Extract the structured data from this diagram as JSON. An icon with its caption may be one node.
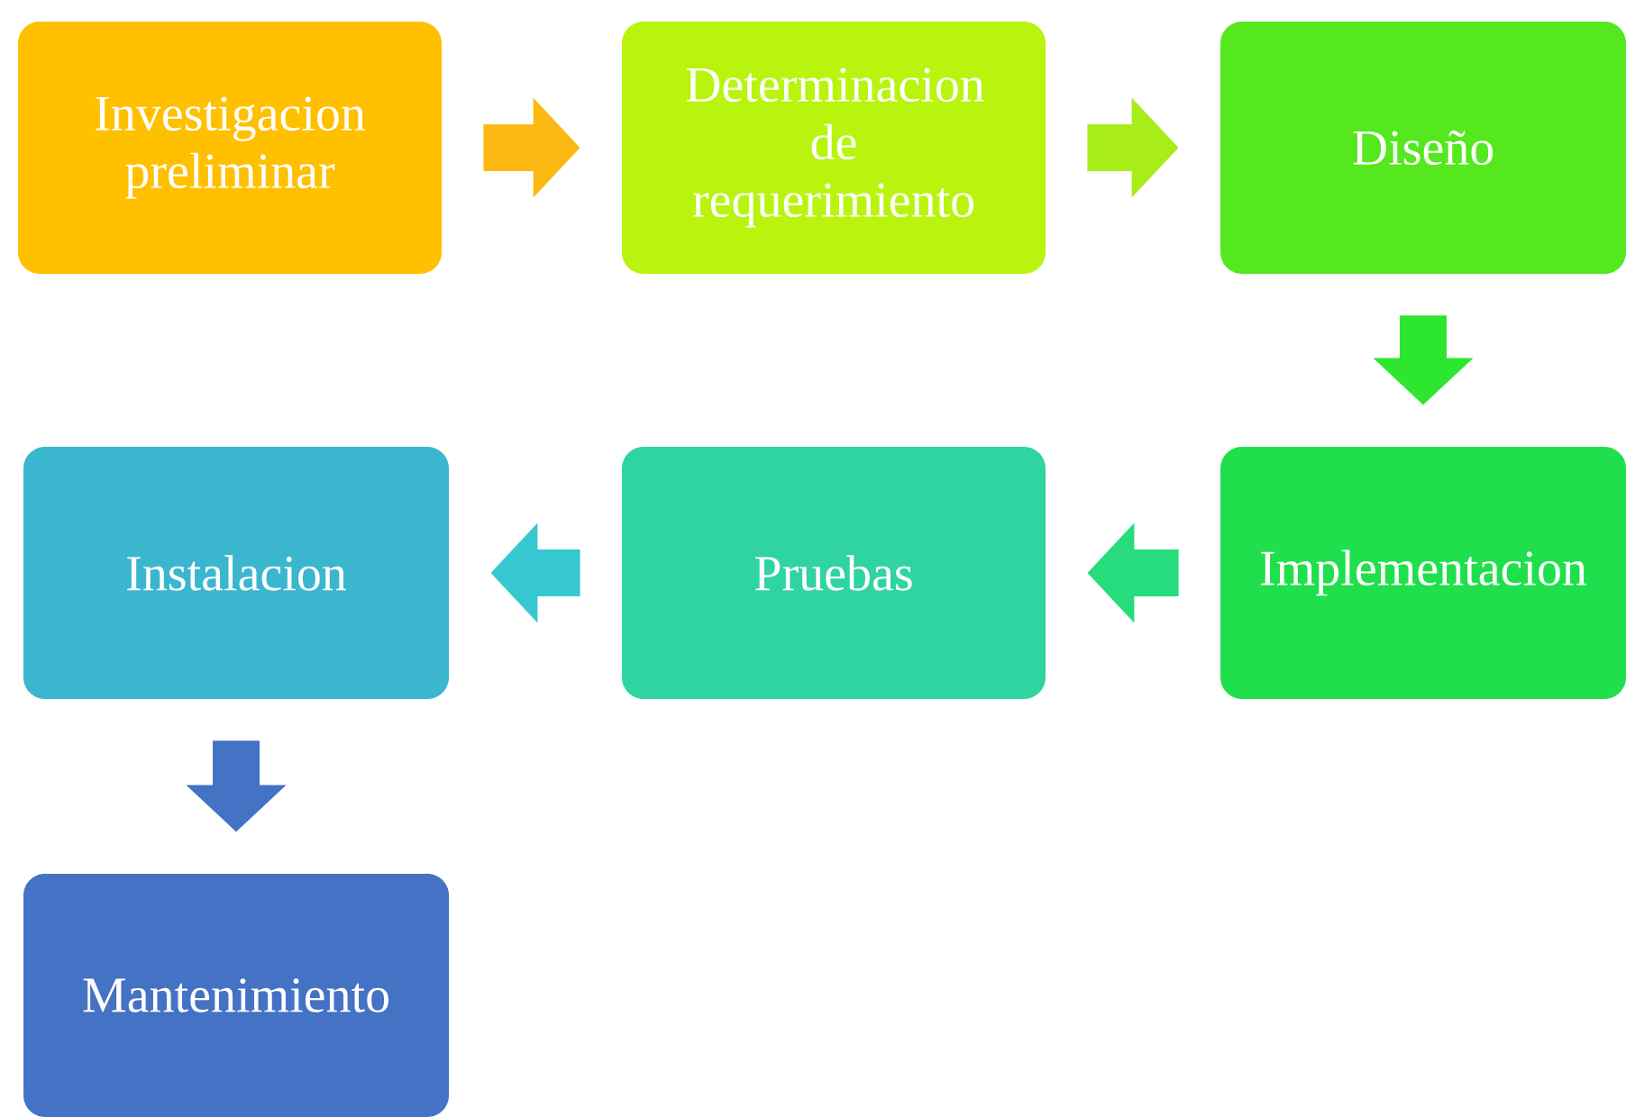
{
  "diagram": {
    "nodes": [
      {
        "text": [
          "Investigacion preliminar"
        ]
      },
      {
        "text": [
          "Determinacion de requerimiento"
        ]
      },
      {
        "text": [
          "Diseño"
        ]
      },
      {
        "text": [
          "Implementacion"
        ]
      },
      {
        "text": [
          "Pruebas"
        ]
      },
      {
        "text": [
          "Instalacion"
        ]
      },
      {
        "text": [
          "Mantenimiento"
        ]
      }
    ],
    "edges": [
      {
        "from": 0,
        "to": 1,
        "arrow": "to",
        "color": "#fdb913"
      },
      {
        "from": 1,
        "to": 2,
        "arrow": "to",
        "color": "#a8ec1a"
      },
      {
        "from": 2,
        "to": 3,
        "arrow": "to",
        "color": "#2de62f"
      },
      {
        "from": 3,
        "to": 4,
        "arrow": "to",
        "color": "#26dc7c"
      },
      {
        "from": 4,
        "to": 5,
        "arrow": "to",
        "color": "#36c8d0"
      },
      {
        "from": 5,
        "to": 6,
        "arrow": "to",
        "color": "#4472c4"
      }
    ]
  }
}
